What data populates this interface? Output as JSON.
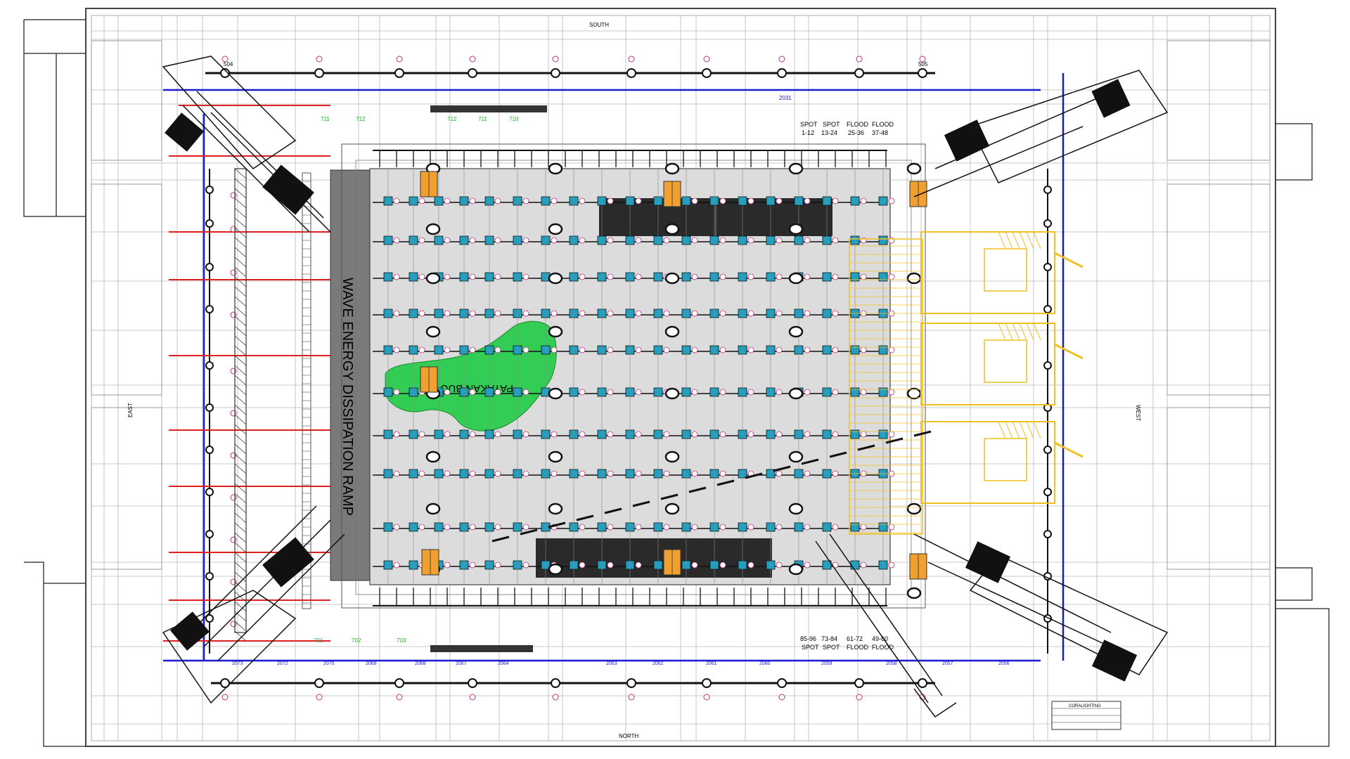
{
  "orientation": {
    "south": "SOUTH",
    "north": "NORTH",
    "east": "EAST",
    "west": "WEST"
  },
  "stage": {
    "ramp_label": "WAVE ENERGY DISSIPATION RAMP",
    "pool_label": "PAYAKAN BUC"
  },
  "legend_top": [
    {
      "kind": "SPOT",
      "range": "1-12"
    },
    {
      "kind": "SPOT",
      "range": "13-24"
    },
    {
      "kind": "FLOOD",
      "range": "25-36"
    },
    {
      "kind": "FLOOD",
      "range": "37-48"
    }
  ],
  "legend_bottom": [
    {
      "kind": "SPOT",
      "range": "85-96"
    },
    {
      "kind": "SPOT",
      "range": "73-84"
    },
    {
      "kind": "FLOOD",
      "range": "61-72"
    },
    {
      "kind": "FLOOD",
      "range": "49-60"
    }
  ],
  "circuit_labels_top": [
    "711",
    "712",
    "712",
    "711",
    "710"
  ],
  "circuit_labels_bottom": [
    "701",
    "702",
    "703"
  ],
  "pipe_labels_top": [
    "504",
    "505"
  ],
  "truss_numbers_top": [
    "2031"
  ],
  "truss_numbers_bottom": [
    "2073",
    "2072",
    "2070",
    "2069",
    "2068",
    "2067",
    "2064",
    "2063",
    "2062",
    "2061",
    "2060",
    "2059",
    "2058",
    "2057",
    "2056"
  ],
  "title_block": {
    "company": "CORALIGHTING"
  },
  "colors": {
    "pool_green": "#33cc55",
    "black_truss": "#2a2a2a",
    "orange_unit": "#f0a030",
    "yellow_rig": "#f0c020",
    "red_pipe": "#e02020",
    "blue_line": "#1a1ad0",
    "ramp_grey": "#7a7a7a",
    "fixture_cyan": "#20a0c0",
    "label_pink": "#c03080",
    "label_green": "#20b020",
    "grid_grey": "#b8b8b8"
  }
}
